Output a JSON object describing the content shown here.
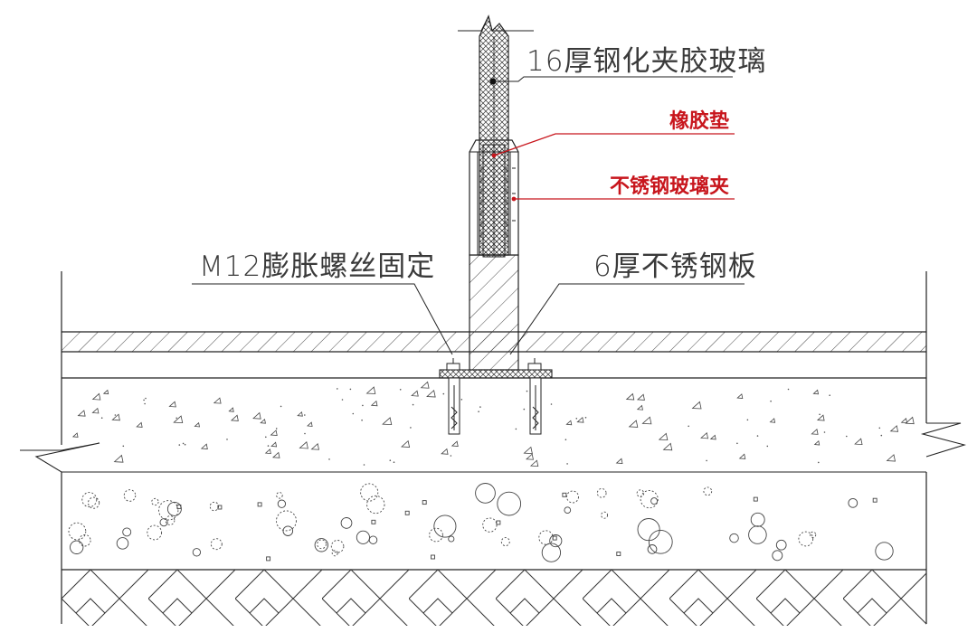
{
  "diagram": {
    "labels": {
      "glass": "16厚钢化夹胶玻璃",
      "rubber_pad": "橡胶垫",
      "glass_clamp": "不锈钢玻璃夹",
      "bolt": "M12膨胀螺丝固定",
      "steel_plate": "6厚不锈钢板"
    },
    "colors": {
      "line": "#222222",
      "label_text": "#3a3a3a",
      "highlight_red": "#c8161d"
    }
  }
}
